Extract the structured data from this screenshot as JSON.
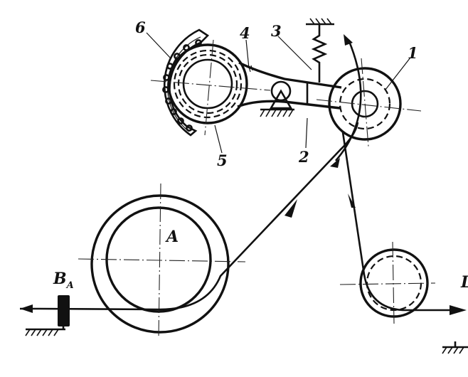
{
  "labels": {
    "part1": "1",
    "part2": "2",
    "part3": "3",
    "part4": "4",
    "part5": "5",
    "part6": "6",
    "wheelA": "A",
    "bearingB": "B",
    "bearingBSub": "A",
    "rightEdgeLetter": "L"
  },
  "colors": {
    "ink": "#111111",
    "paper": "#ffffff"
  }
}
